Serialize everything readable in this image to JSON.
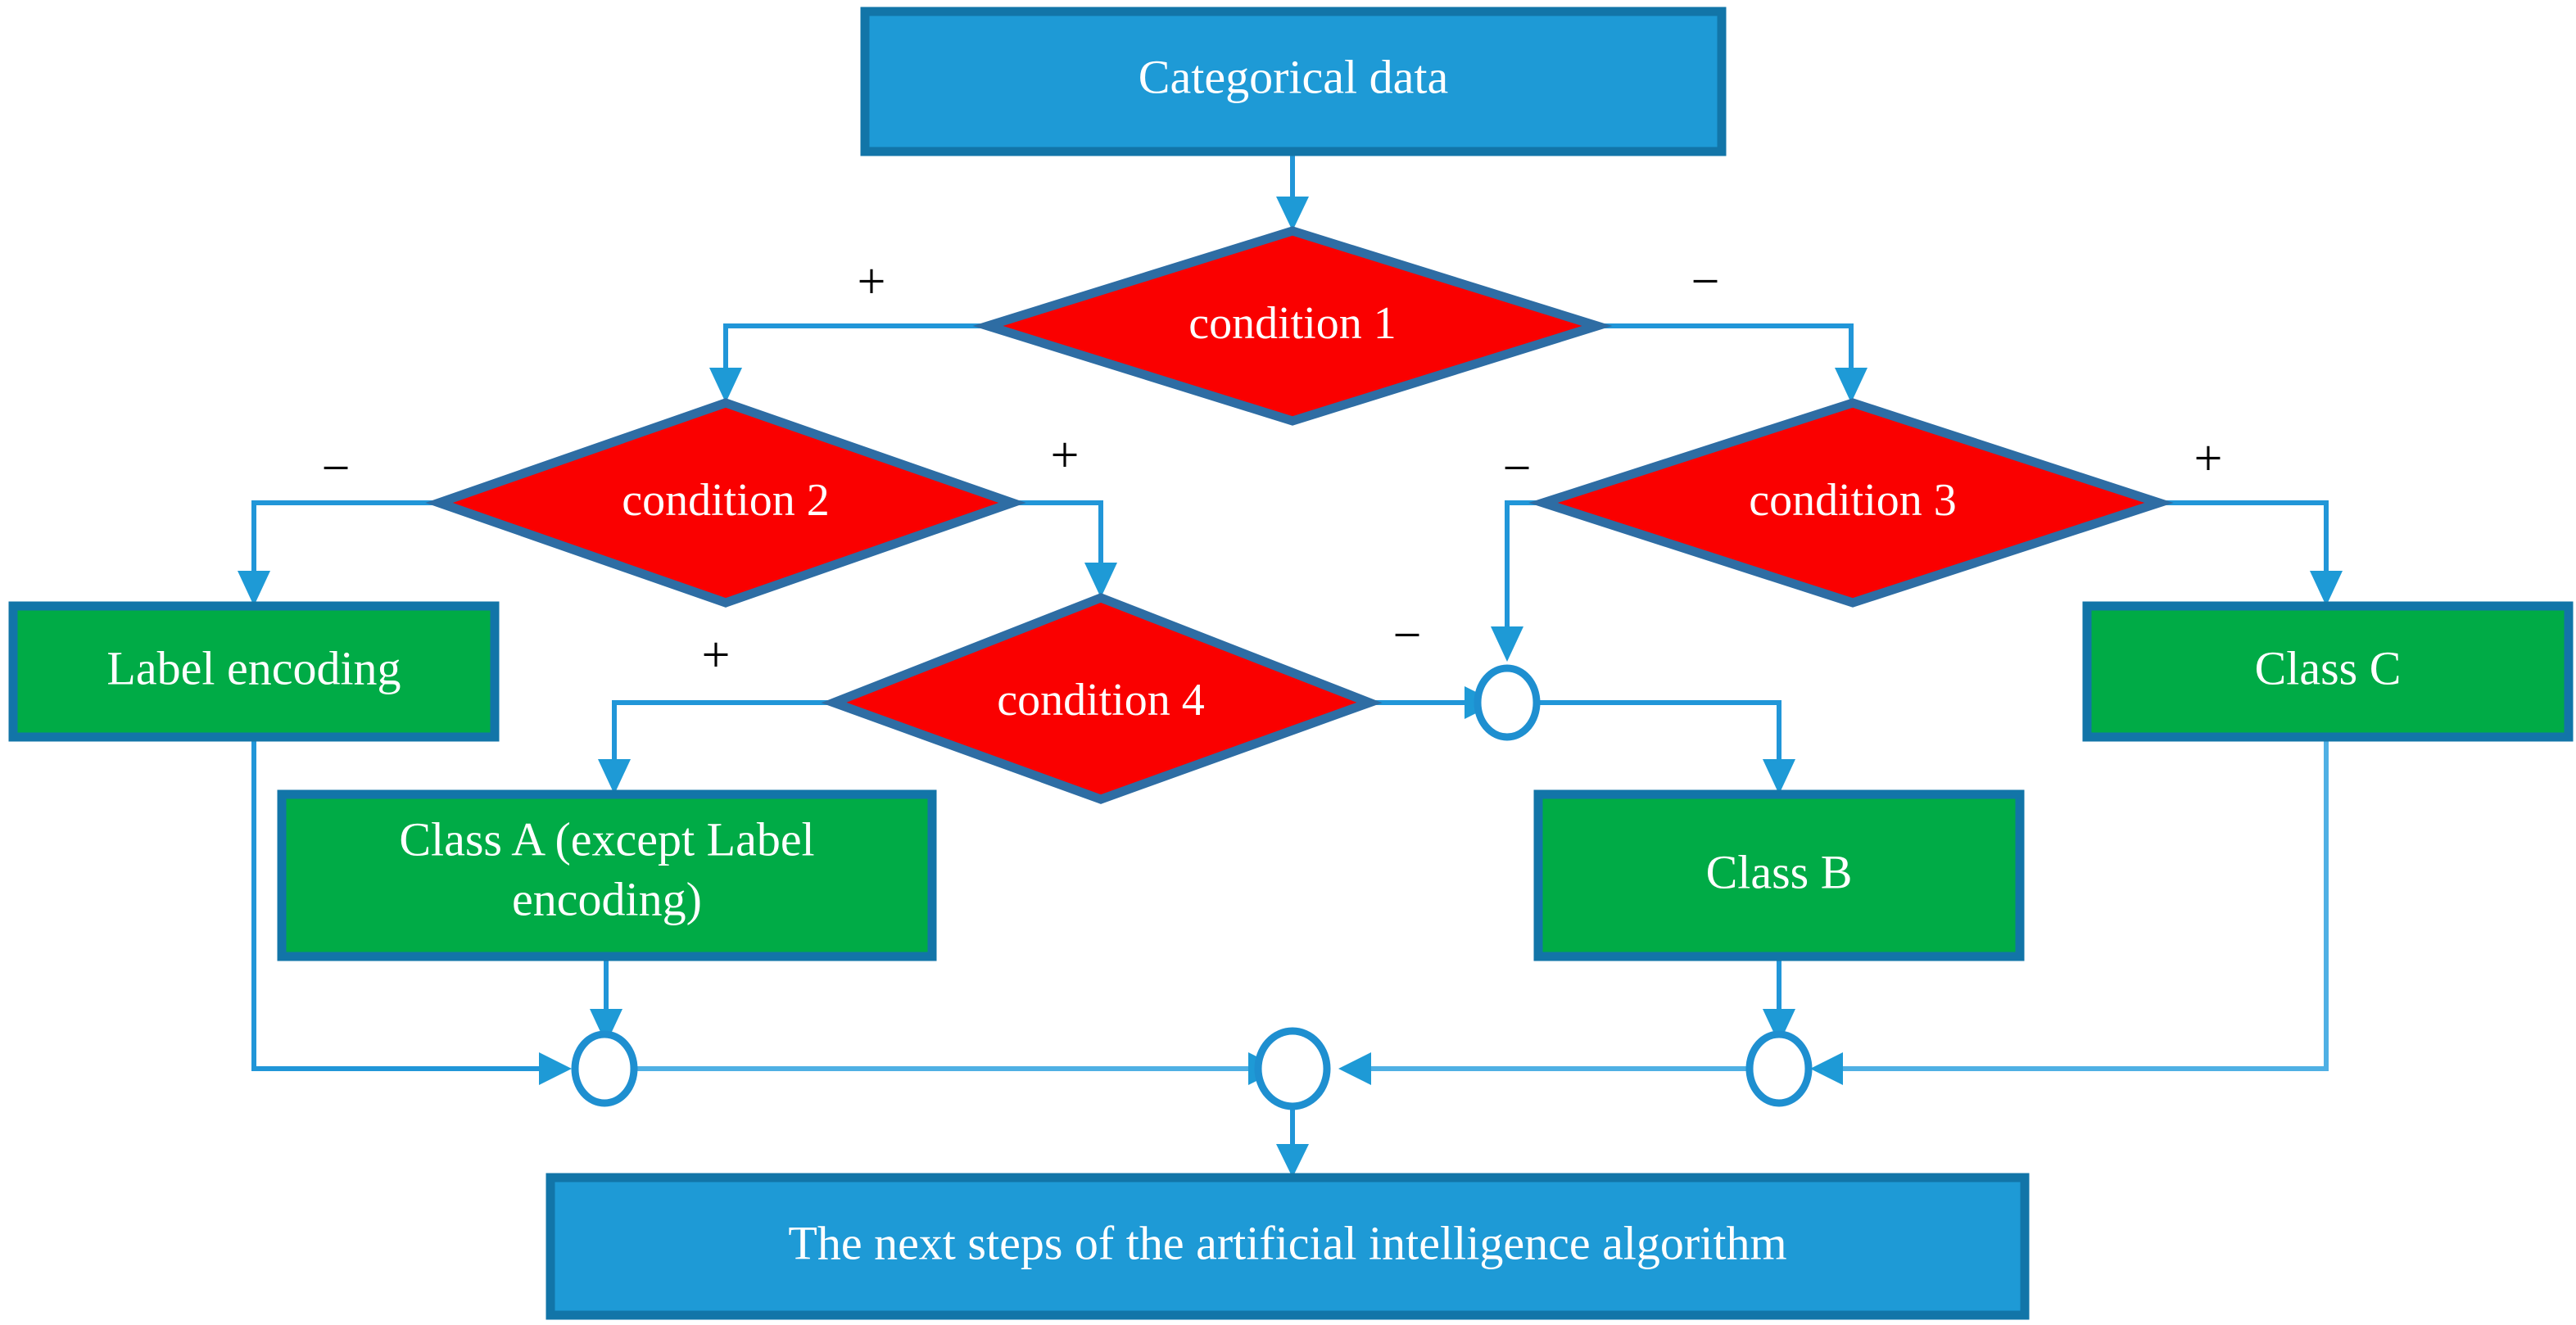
{
  "diagram": {
    "title_node": "Categorical data",
    "final_node": "The next steps of the artificial intelligence algorithm",
    "colors": {
      "terminal_fill": "#1e9ad6",
      "terminal_border": "#1275a8",
      "decision_fill": "#fa0000",
      "decision_border": "#2e6da4",
      "process_fill": "#00ab46",
      "process_border": "#1275a8",
      "connector": "#2196d8",
      "merge_fill": "#ffffff",
      "merge_border": "#1e8fd0",
      "label_text": "#ffffff",
      "sign_text": "#000000",
      "background": "#ffffff"
    },
    "nodes": {
      "start": {
        "label": "Categorical data",
        "type": "terminal"
      },
      "condition1": {
        "label": "condition 1",
        "type": "decision"
      },
      "condition2": {
        "label": "condition 2",
        "type": "decision"
      },
      "condition3": {
        "label": "condition 3",
        "type": "decision"
      },
      "condition4": {
        "label": "condition 4",
        "type": "decision"
      },
      "label_encoding": {
        "label": "Label encoding",
        "type": "process"
      },
      "class_a_line1": {
        "label": "Class A (except Label",
        "type": "process"
      },
      "class_a_line2": {
        "label": "encoding)",
        "type": "process"
      },
      "class_b": {
        "label": "Class B",
        "type": "process"
      },
      "class_c": {
        "label": "Class C",
        "type": "process"
      },
      "end": {
        "label": "The next steps of the artificial intelligence algorithm",
        "type": "terminal"
      }
    },
    "edge_signs": {
      "c1_left": "+",
      "c1_right": "−",
      "c2_left": "−",
      "c2_right": "+",
      "c3_left": "−",
      "c3_right": "+",
      "c4_left": "+",
      "c4_right": "−"
    }
  },
  "chart_data": {
    "type": "diagram",
    "title": "Categorical data preprocessing decision flow",
    "nodes": [
      {
        "id": "start",
        "shape": "rectangle",
        "label": "Categorical data",
        "fill": "#1e9ad6"
      },
      {
        "id": "condition1",
        "shape": "diamond",
        "label": "condition 1",
        "fill": "#fa0000"
      },
      {
        "id": "condition2",
        "shape": "diamond",
        "label": "condition 2",
        "fill": "#fa0000"
      },
      {
        "id": "condition3",
        "shape": "diamond",
        "label": "condition 3",
        "fill": "#fa0000"
      },
      {
        "id": "condition4",
        "shape": "diamond",
        "label": "condition 4",
        "fill": "#fa0000"
      },
      {
        "id": "label_encoding",
        "shape": "rectangle",
        "label": "Label encoding",
        "fill": "#00ab46"
      },
      {
        "id": "class_a",
        "shape": "rectangle",
        "label": "Class A (except Label encoding)",
        "fill": "#00ab46"
      },
      {
        "id": "class_b",
        "shape": "rectangle",
        "label": "Class B",
        "fill": "#00ab46"
      },
      {
        "id": "class_c",
        "shape": "rectangle",
        "label": "Class C",
        "fill": "#00ab46"
      },
      {
        "id": "merge_left",
        "shape": "circle",
        "label": "",
        "fill": "#ffffff"
      },
      {
        "id": "merge_mid_right",
        "shape": "circle",
        "label": "",
        "fill": "#ffffff"
      },
      {
        "id": "merge_center",
        "shape": "circle",
        "label": "",
        "fill": "#ffffff"
      },
      {
        "id": "merge_right",
        "shape": "circle",
        "label": "",
        "fill": "#ffffff"
      },
      {
        "id": "end",
        "shape": "rectangle",
        "label": "The next steps of the artificial intelligence algorithm",
        "fill": "#1e9ad6"
      }
    ],
    "edges": [
      {
        "from": "start",
        "to": "condition1",
        "label": ""
      },
      {
        "from": "condition1",
        "to": "condition2",
        "label": "+"
      },
      {
        "from": "condition1",
        "to": "condition3",
        "label": "−"
      },
      {
        "from": "condition2",
        "to": "label_encoding",
        "label": "−"
      },
      {
        "from": "condition2",
        "to": "condition4",
        "label": "+"
      },
      {
        "from": "condition4",
        "to": "class_a",
        "label": "+"
      },
      {
        "from": "condition4",
        "to": "merge_mid_right",
        "label": "−"
      },
      {
        "from": "condition3",
        "to": "merge_mid_right",
        "label": "−"
      },
      {
        "from": "condition3",
        "to": "class_c",
        "label": "+"
      },
      {
        "from": "merge_mid_right",
        "to": "class_b",
        "label": ""
      },
      {
        "from": "label_encoding",
        "to": "merge_left",
        "label": ""
      },
      {
        "from": "class_a",
        "to": "merge_left",
        "label": ""
      },
      {
        "from": "class_b",
        "to": "merge_right",
        "label": ""
      },
      {
        "from": "class_c",
        "to": "merge_right",
        "label": ""
      },
      {
        "from": "merge_left",
        "to": "merge_center",
        "label": ""
      },
      {
        "from": "merge_right",
        "to": "merge_center",
        "label": ""
      },
      {
        "from": "merge_center",
        "to": "end",
        "label": ""
      }
    ]
  }
}
